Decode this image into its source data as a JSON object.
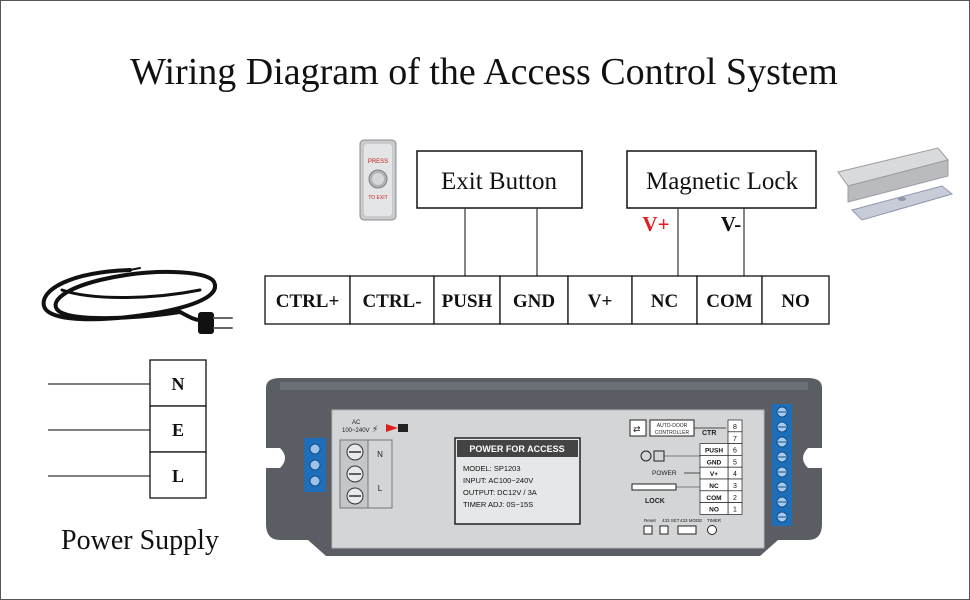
{
  "title": "Wiring Diagram of the Access Control System",
  "exit_button_label": "Exit Button",
  "magnetic_lock_label": "Magnetic Lock",
  "lock_polarity": {
    "positive": "V+",
    "negative": "V-"
  },
  "terminals": [
    "CTRL+",
    "CTRL-",
    "PUSH",
    "GND",
    "V+",
    "NC",
    "COM",
    "NO"
  ],
  "supply_terminals": [
    "N",
    "E",
    "L"
  ],
  "power_supply_label": "Power Supply",
  "exit_button_device": {
    "top_text": "PRESS",
    "bottom_text": "TO EXIT"
  },
  "unit": {
    "ac_label": "AC",
    "ac_range": "100~240V",
    "input_terminals": [
      "N",
      "L"
    ],
    "panel_title": "POWER FOR ACCESS",
    "specs": [
      "MODEL: SP1203",
      "INPUT: AC100~240V",
      "OUTPUT: DC12V / 3A",
      "TIMER ADJ: 0S~15S"
    ],
    "auto_door_lines": [
      "AUTO-DOOR",
      "CONTROLLER"
    ],
    "ctr_label": "CTR",
    "power_label": "POWER",
    "lock_label": "LOCK",
    "terminal_numbers": [
      "8",
      "7",
      "6",
      "5",
      "4",
      "3",
      "2",
      "1"
    ],
    "terminal_labels": [
      "",
      "",
      "PUSH",
      "GND",
      "V+",
      "NC",
      "COM",
      "NO"
    ],
    "bottom_labels": [
      "Reset",
      "433 SET",
      "433 MODE",
      "TIMER"
    ]
  },
  "colors": {
    "accent_red": "#e0201c",
    "unit_body": "#5a5e64",
    "panel": "#d3d5d6",
    "terminal_blue": "#1f6fb8"
  }
}
